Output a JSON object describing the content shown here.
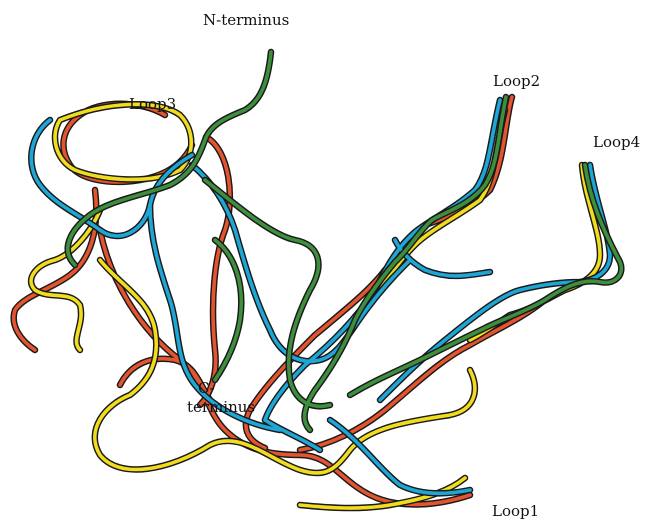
{
  "labels": {
    "n_terminus": "N-terminus",
    "loop2": "Loop2",
    "loop3": "Loop3",
    "loop4": "Loop4",
    "c_terminus_1": "C-",
    "c_terminus_2": "terminus",
    "loop1": "Loop1"
  },
  "colors": {
    "green_trace": "#3d8f3d",
    "blue_trace": "#1ea6d6",
    "yellow_trace": "#f2dc1e",
    "red_trace": "#e4542e",
    "outline": "#1a1a1a"
  },
  "traces": [
    "green-trace",
    "blue-trace",
    "yellow-trace",
    "red-trace"
  ]
}
